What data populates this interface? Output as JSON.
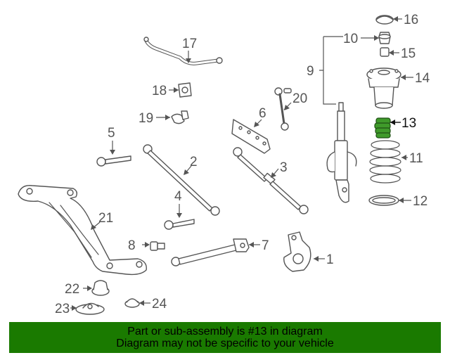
{
  "callouts": {
    "n1": "1",
    "n2": "2",
    "n3": "3",
    "n4": "4",
    "n5": "5",
    "n6": "6",
    "n7": "7",
    "n8": "8",
    "n9": "9",
    "n10": "10",
    "n11": "11",
    "n12": "12",
    "n13": "13",
    "n14": "14",
    "n15": "15",
    "n16": "16",
    "n17": "17",
    "n18": "18",
    "n19": "19",
    "n20": "20",
    "n21": "21",
    "n22": "22",
    "n23": "23",
    "n24": "24"
  },
  "highlight_color": "#3f9a2a",
  "banner": {
    "line1": "Part or sub-assembly is #13 in diagram",
    "line2": "Diagram may not be specific to your vehicle",
    "background": "#1a7a00"
  }
}
